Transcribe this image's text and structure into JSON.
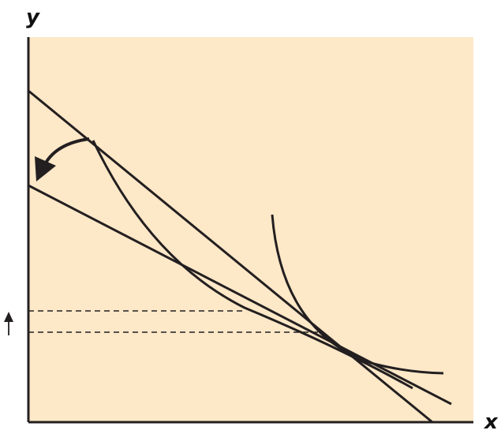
{
  "diagram": {
    "axis_labels": {
      "y": "y",
      "x": "x"
    },
    "colors": {
      "plot_background": "#fde8c8",
      "stroke": "#231f20"
    },
    "icons": {
      "rotation_arrow": "curved-arrow-counterclockwise",
      "increase_marker": "up-arrow"
    }
  }
}
